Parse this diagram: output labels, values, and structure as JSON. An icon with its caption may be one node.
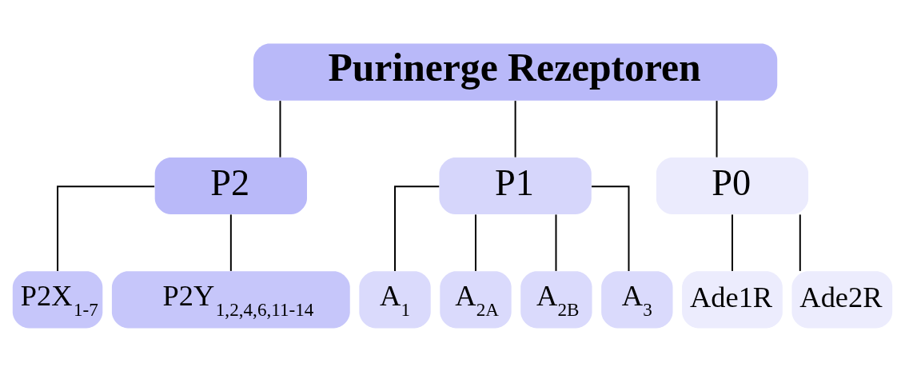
{
  "diagram": {
    "nodes": [
      {
        "text": [
          "Purinerge Rezeptoren"
        ]
      },
      {
        "text": [
          "P2"
        ]
      },
      {
        "text": [
          "P1"
        ]
      },
      {
        "text": [
          "P0"
        ]
      },
      {
        "text": [
          "P2X$_{1-7}$"
        ]
      },
      {
        "text": [
          "P2Y$_{1,2,4,6,11-14}$"
        ]
      },
      {
        "text": [
          "A$_{1}$"
        ]
      },
      {
        "text": [
          "A$_{2A}$"
        ]
      },
      {
        "text": [
          "A$_{2B}$"
        ]
      },
      {
        "text": [
          "A$_{3}$"
        ]
      },
      {
        "text": [
          "Ade1R"
        ]
      },
      {
        "text": [
          "Ade2R"
        ]
      }
    ],
    "edges": [
      {
        "from": 0,
        "to": 1,
        "arrow": "none"
      },
      {
        "from": 0,
        "to": 2,
        "arrow": "none"
      },
      {
        "from": 0,
        "to": 3,
        "arrow": "none"
      },
      {
        "from": 1,
        "to": 4,
        "arrow": "none"
      },
      {
        "from": 1,
        "to": 5,
        "arrow": "none"
      },
      {
        "from": 2,
        "to": 6,
        "arrow": "none"
      },
      {
        "from": 2,
        "to": 7,
        "arrow": "none"
      },
      {
        "from": 2,
        "to": 8,
        "arrow": "none"
      },
      {
        "from": 2,
        "to": 9,
        "arrow": "none"
      },
      {
        "from": 3,
        "to": 10,
        "arrow": "none"
      },
      {
        "from": 3,
        "to": 11,
        "arrow": "none"
      }
    ]
  }
}
